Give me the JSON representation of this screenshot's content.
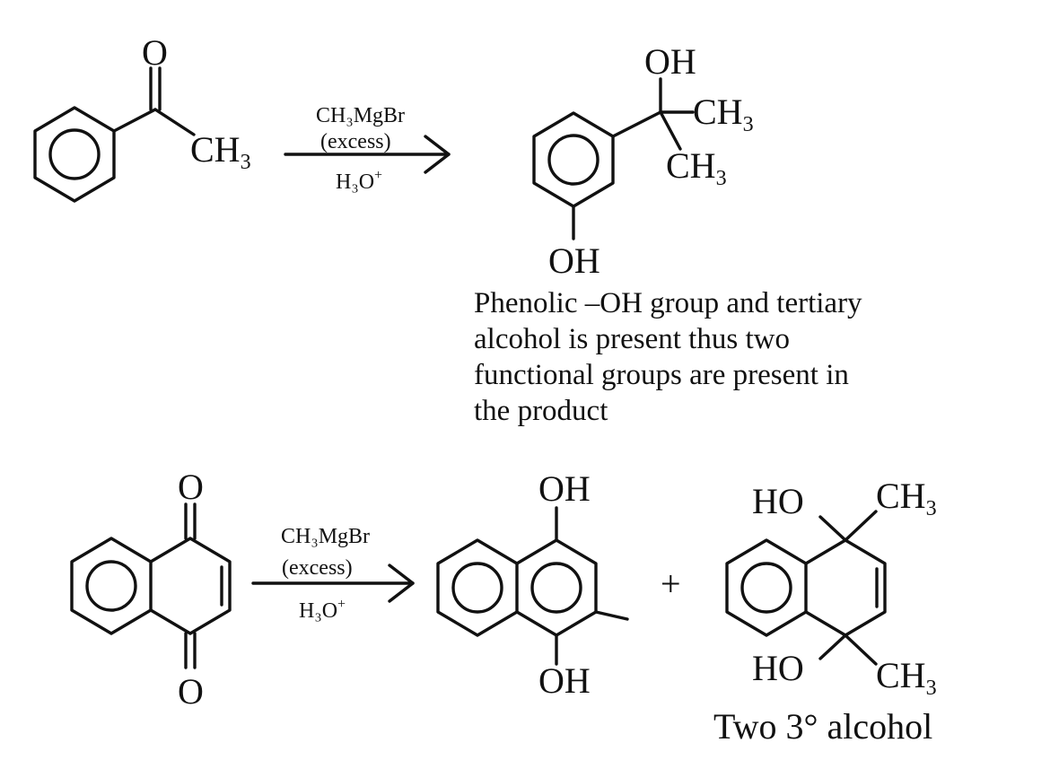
{
  "reaction_1": {
    "reactant": {
      "carbonyl_o": "O",
      "methyl": "CH",
      "methyl_sub": "3"
    },
    "reagent_top": "CH₃MgBr",
    "reagent_mid": "(excess)",
    "reagent_bottom": "H₃O",
    "reagent_bottom_sup": "+",
    "product": {
      "oh_top": "OH",
      "methyl_a": "CH",
      "methyl_a_sub": "3",
      "methyl_b": "CH",
      "methyl_b_sub": "3",
      "oh_phenol": "OH"
    },
    "note_lines": [
      "Phenolic –OH group and tertiary",
      "alcohol is present thus two",
      "functional groups are present in",
      "the product"
    ]
  },
  "reaction_2": {
    "reactant": {
      "o_top": "O",
      "o_bottom": "O"
    },
    "reagent_top": "CH₃MgBr",
    "reagent_mid": "(excess)",
    "reagent_bottom": "H₃O",
    "reagent_bottom_sup": "+",
    "product_a": {
      "oh_top": "OH",
      "oh_bottom": "OH"
    },
    "plus": "+",
    "product_b": {
      "ho_top": "HO",
      "ch3_top": "CH",
      "ch3_top_sub": "3",
      "ho_bottom": "HO",
      "ch3_bottom": "CH",
      "ch3_bottom_sub": "3"
    },
    "caption": "Two 3° alcohol"
  }
}
